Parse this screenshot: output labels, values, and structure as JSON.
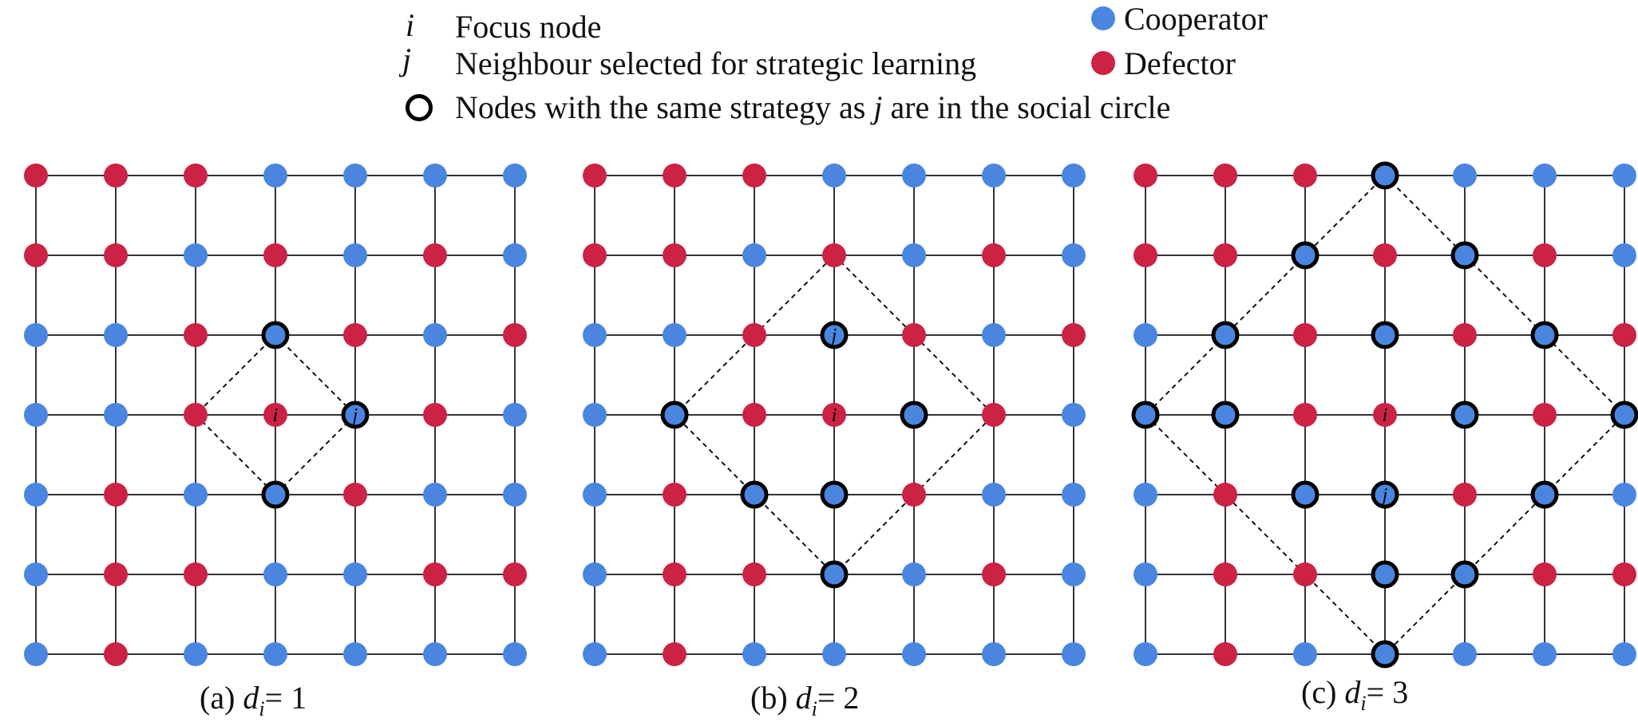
{
  "legend": {
    "focus_symbol": "i",
    "focus_label": "Focus node",
    "neighbour_symbol": "j",
    "neighbour_label": "Neighbour selected for strategic learning",
    "circle_label_pre": "Nodes with the same strategy as ",
    "circle_label_var": "j",
    "circle_label_post": " are in the social circle",
    "cooperator_label": "Cooperator",
    "defector_label": "Defector"
  },
  "colors": {
    "cooperator": "#4a86e0",
    "defector": "#cc2244",
    "edge": "#333333",
    "dash": "#111111",
    "ring": "#000000"
  },
  "panels": [
    {
      "caption_prefix": "(a) ",
      "caption_var": "d",
      "caption_sub": "i",
      "caption_suffix": "= 1",
      "d": 1,
      "focus": [
        3,
        3
      ],
      "neighbour": [
        3,
        4
      ],
      "grid": [
        "DDDCCCC",
        "DDCDCDC",
        "CCDCDCD",
        "CCDDCDC",
        "CDCCDCC",
        "CDDCCDD",
        "CDCCCCC"
      ],
      "circle": [
        [
          2,
          3
        ],
        [
          4,
          3
        ]
      ]
    },
    {
      "caption_prefix": "(b) ",
      "caption_var": "d",
      "caption_sub": "i",
      "caption_suffix": "= 2",
      "d": 2,
      "focus": [
        3,
        3
      ],
      "neighbour": [
        2,
        3
      ],
      "grid": [
        "DDDCCCC",
        "DDCDCDC",
        "CCDCDCD",
        "CCDDCDC",
        "CDCCDCC",
        "CDDCCDC",
        "CDCCCCC"
      ],
      "circle": [
        [
          3,
          1
        ],
        [
          3,
          4
        ],
        [
          4,
          2
        ],
        [
          4,
          3
        ],
        [
          5,
          3
        ]
      ]
    },
    {
      "caption_prefix": "(c) ",
      "caption_var": "d",
      "caption_sub": "i",
      "caption_suffix": "= 3",
      "d": 3,
      "focus": [
        3,
        3
      ],
      "neighbour": [
        4,
        3
      ],
      "grid": [
        "DDDCCCC",
        "DDCDCDC",
        "CCDCDCD",
        "CCDDCDC",
        "CDCCDCC",
        "CDDCCDD",
        "CDCCCCC"
      ],
      "circle": [
        [
          0,
          3
        ],
        [
          1,
          2
        ],
        [
          1,
          4
        ],
        [
          2,
          1
        ],
        [
          2,
          3
        ],
        [
          2,
          5
        ],
        [
          3,
          0
        ],
        [
          3,
          1
        ],
        [
          3,
          4
        ],
        [
          3,
          6
        ],
        [
          4,
          2
        ],
        [
          4,
          5
        ],
        [
          5,
          3
        ],
        [
          5,
          4
        ],
        [
          6,
          3
        ]
      ]
    }
  ]
}
